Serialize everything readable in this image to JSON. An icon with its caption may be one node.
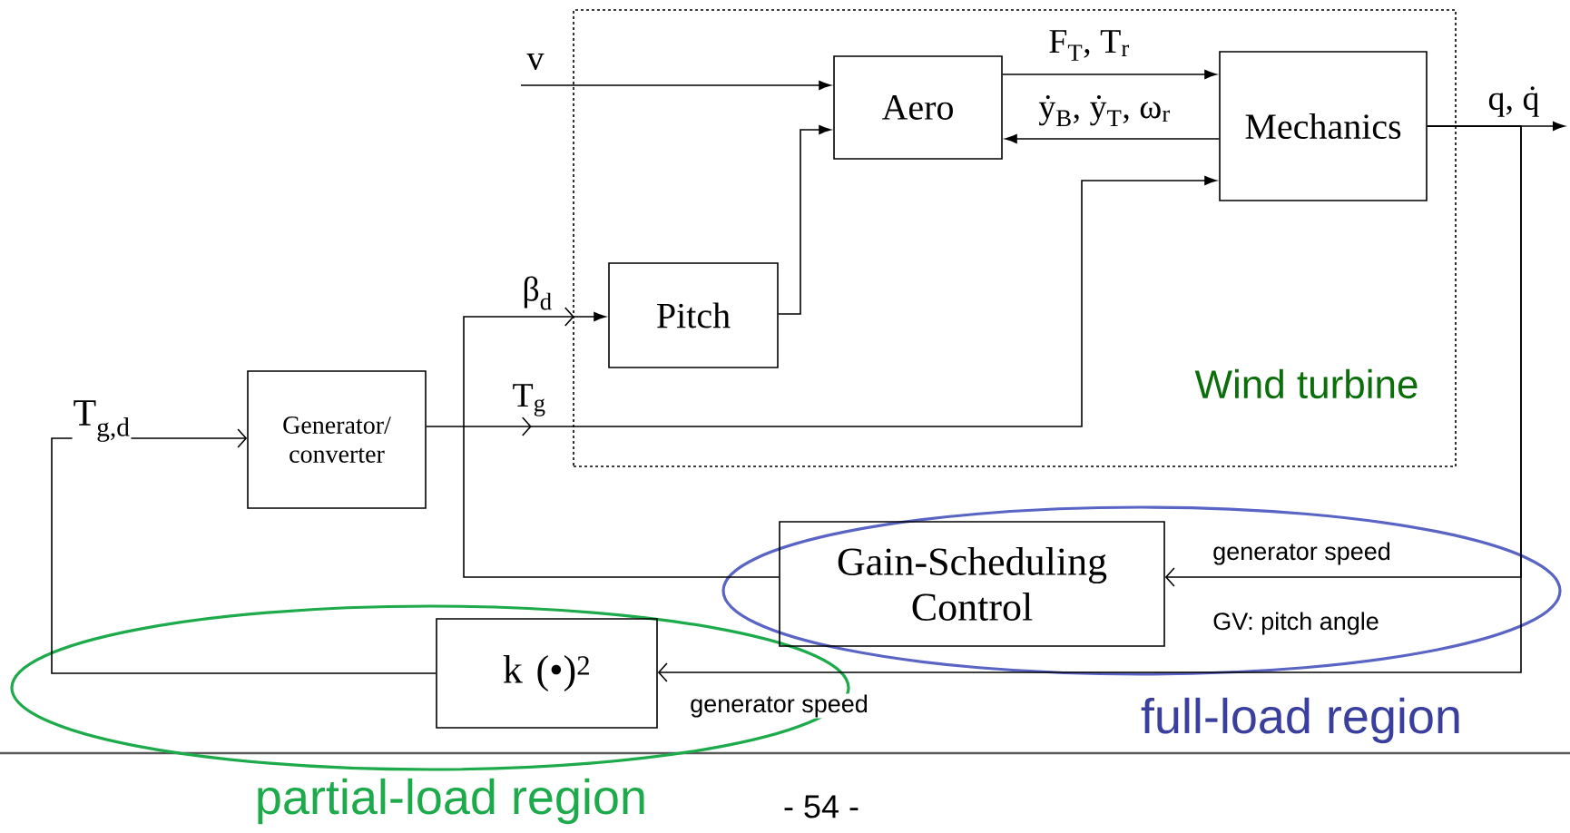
{
  "diagram": {
    "nodes": [
      {
        "text": [
          "Wind turbine"
        ]
      },
      {
        "text": [
          "Aero"
        ],
        "in": 0
      },
      {
        "text": [
          "Mechanics"
        ],
        "in": 0
      },
      {
        "text": [
          "Pitch"
        ],
        "in": 0
      },
      {
        "text": [
          "Generator/ converter"
        ]
      },
      {
        "text": [
          "Gain-Scheduling Control"
        ]
      },
      {
        "text": [
          "k (•)$^{2}$"
        ]
      }
    ],
    "edges": [
      {
        "from": null,
        "to": 1,
        "arrow": "to",
        "label": "v"
      },
      {
        "from": 1,
        "to": 2,
        "arrow": "to",
        "label": "F$_{T}$, T$_{r}$"
      },
      {
        "from": 2,
        "to": 1,
        "arrow": "to",
        "label": "ẏ$_{B}$, ẏ$_{T}$, ω$_{r}$"
      },
      {
        "from": 2,
        "to": null,
        "arrow": "to",
        "label": "q, q̇"
      },
      {
        "from": 3,
        "to": 1,
        "arrow": "to"
      },
      {
        "from": 4,
        "to": 2,
        "arrow": "to",
        "label": "T$_{g}$"
      },
      {
        "from": 5,
        "to": 3,
        "arrow": "to",
        "label": "β$_{d}$"
      },
      {
        "from": 6,
        "to": 4,
        "arrow": "to",
        "label": "T$_{g,d}$"
      },
      {
        "from": 2,
        "to": 5,
        "arrow": "to",
        "label": "generator speed"
      },
      {
        "from": 2,
        "to": 6,
        "arrow": "to",
        "label": "generator speed"
      }
    ],
    "labels": [
      "GV: pitch angle",
      "full-load region",
      "partial-load region",
      "- 54 -"
    ]
  }
}
